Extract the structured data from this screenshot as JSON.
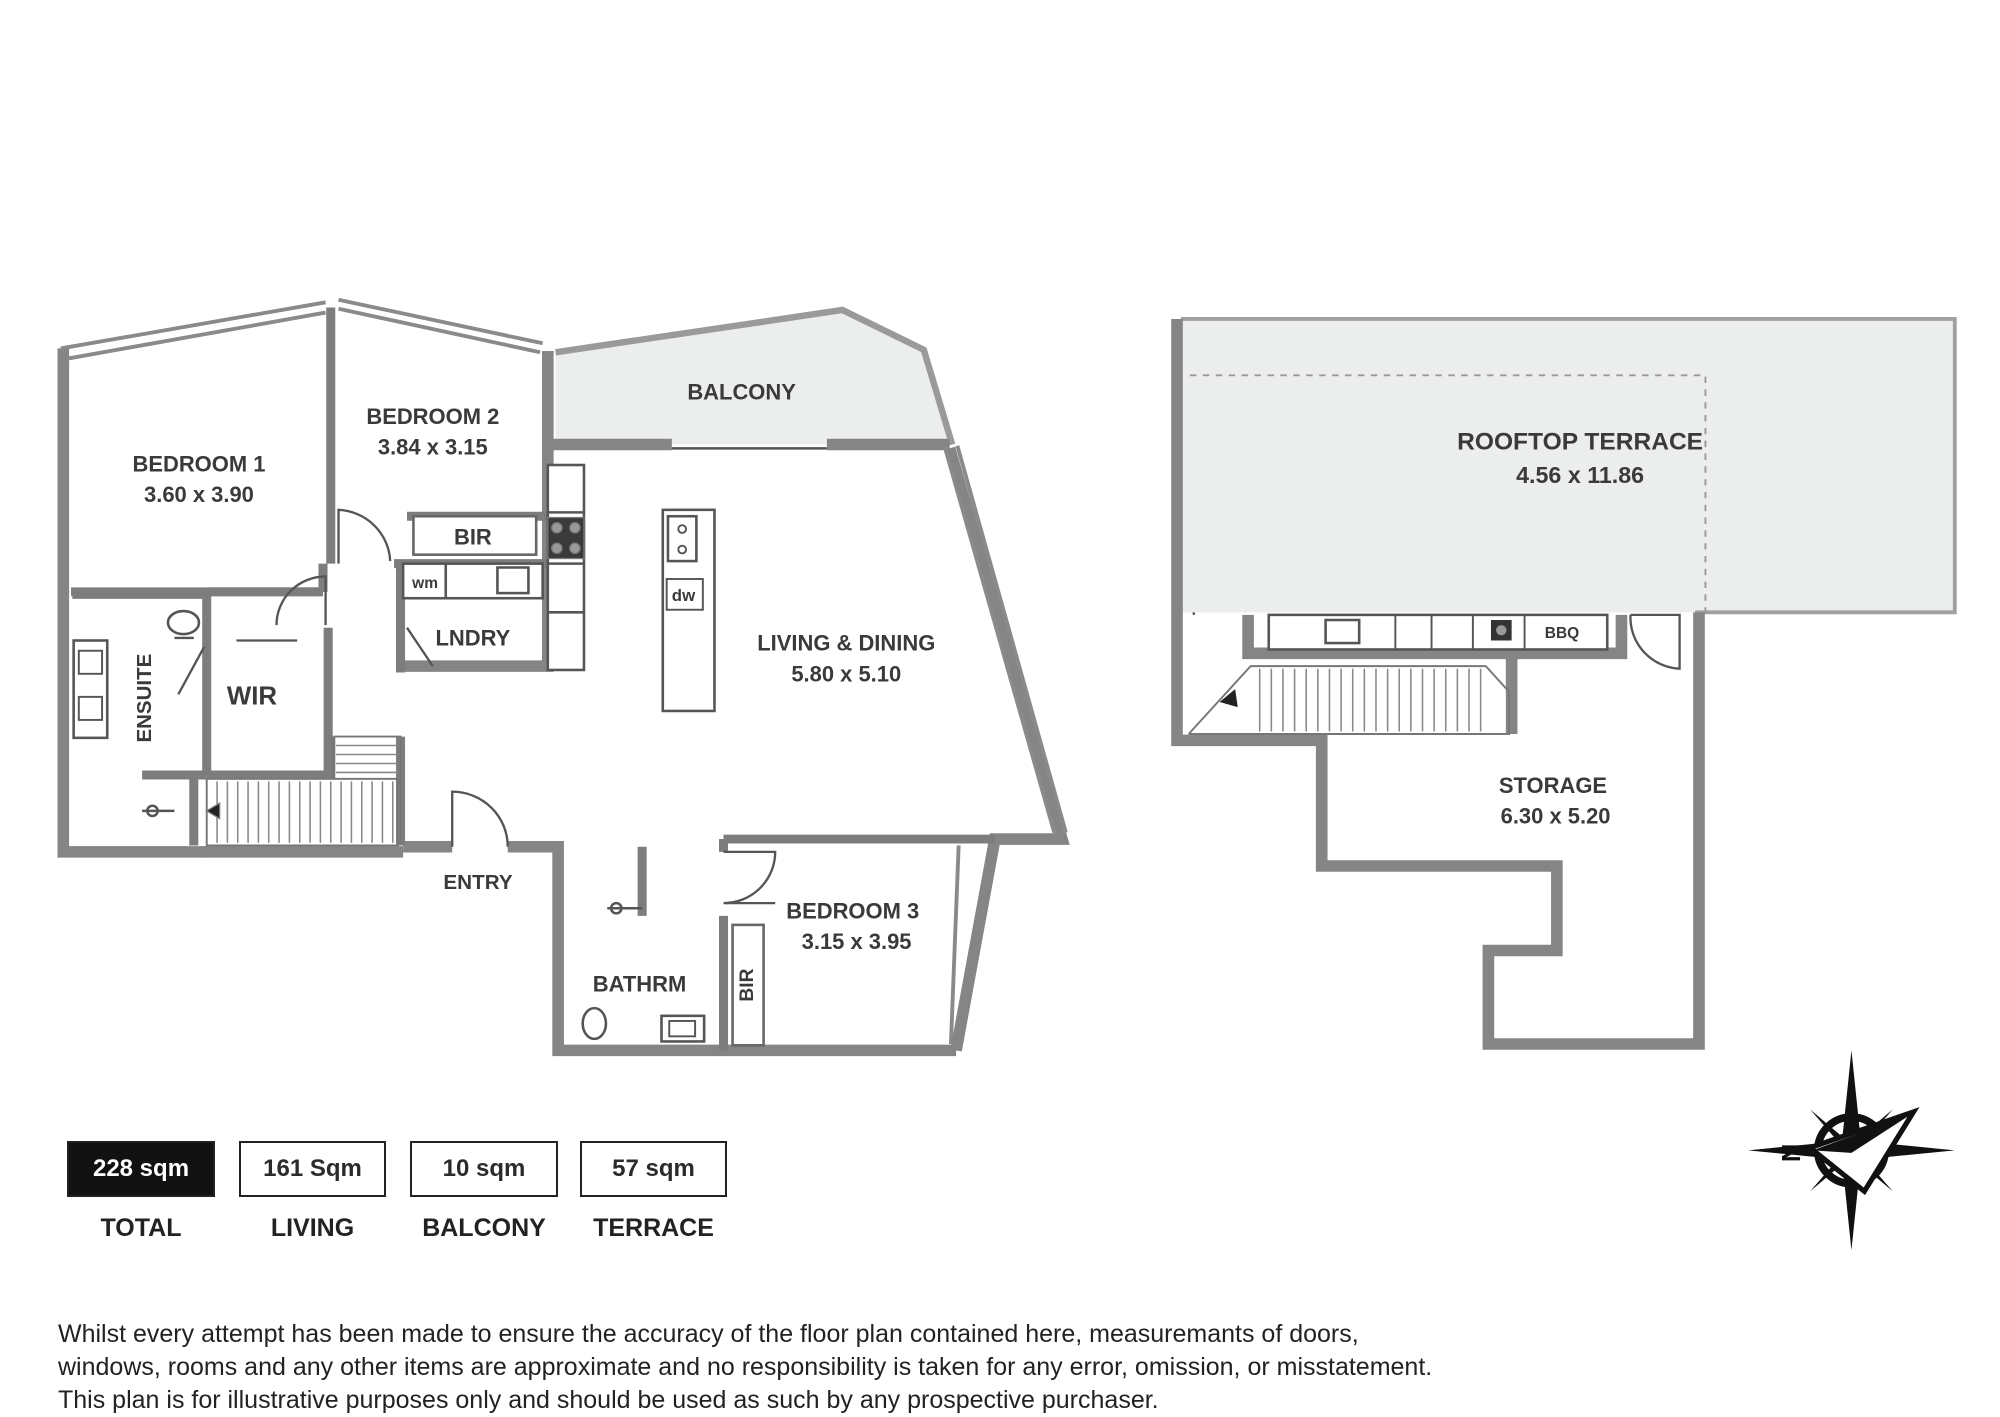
{
  "floor_plan": {
    "rooms": {
      "bedroom1": {
        "name": "BEDROOM 1",
        "dims": "3.60 x 3.90"
      },
      "bedroom2": {
        "name": "BEDROOM 2",
        "dims": "3.84 x 3.15"
      },
      "bedroom3": {
        "name": "BEDROOM 3",
        "dims": "3.15 x 3.95"
      },
      "balcony": {
        "name": "BALCONY"
      },
      "living": {
        "name": "LIVING & DINING",
        "dims": "5.80  x 5.10"
      },
      "bir_bed2": {
        "name": "BIR"
      },
      "bir_bed3": {
        "name": "BIR"
      },
      "laundry": {
        "name": "LNDRY"
      },
      "wm": {
        "name": "wm"
      },
      "dw": {
        "name": "dw"
      },
      "wir": {
        "name": "WIR"
      },
      "ensuite": {
        "name": "ENSUITE"
      },
      "entry": {
        "name": "ENTRY"
      },
      "bathroom": {
        "name": "BATHRM"
      },
      "rooftop": {
        "name": "ROOFTOP TERRACE",
        "dims": "4.56 x 11.86"
      },
      "bbq": {
        "name": "BBQ"
      },
      "storage": {
        "name": "STORAGE",
        "dims": "6.30 x 5.20"
      }
    }
  },
  "areas": [
    {
      "value": "228 sqm",
      "label": "TOTAL"
    },
    {
      "value": "161 Sqm",
      "label": "LIVING"
    },
    {
      "value": "10 sqm",
      "label": "BALCONY"
    },
    {
      "value": "57 sqm",
      "label": "TERRACE"
    }
  ],
  "compass": {
    "marker": "N"
  },
  "disclaimer": [
    "Whilst every attempt has been made to ensure the accuracy of the floor plan contained here, measuremants of doors,",
    "windows, rooms and any other items are approximate and no responsibility is taken for any error, omission, or misstatement.",
    "This plan is for illustrative purposes only and should be used as such by any prospective purchaser."
  ]
}
